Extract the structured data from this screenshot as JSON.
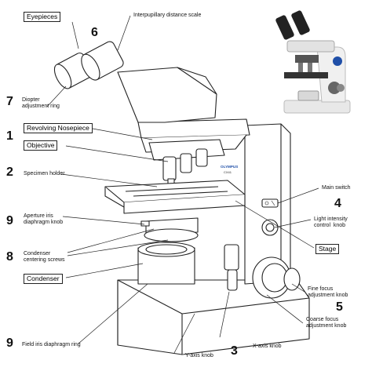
{
  "labels": {
    "eyepieces": "Eyepieces",
    "interpupillary": "Interpupillary distance scale",
    "diopter": "Diopter\nadjustment ring",
    "revolving_nosepiece": "Revolving Nosepiece",
    "objective": "Objective",
    "specimen_holder": "Specimen holder",
    "aperture": "Aperture iris\ndiaphragm knob",
    "condenser_screws": "Condenser\ncentering screws",
    "condenser": "Condenser",
    "field_iris": "Field iris diaphragm ring",
    "y_axis": "Y-axis knob",
    "x_axis": "X-axis knob",
    "main_switch": "Main switch",
    "light_intensity": "Light intensity\ncontrol  knob",
    "stage": "Stage",
    "fine_focus": "Fine focus\nadjustment knob",
    "coarse_focus": "Coarse focus\nadjustment knob",
    "brand": "OLYMPUS",
    "model": "CX41"
  },
  "numbers": {
    "n6": "6",
    "n7": "7",
    "n1": "1",
    "n2": "2",
    "n9a": "9",
    "n8": "8",
    "n9b": "9",
    "n3": "3",
    "n4": "4",
    "n5": "5"
  },
  "colors": {
    "line": "#222222",
    "brand_blue": "#1f4fa8"
  }
}
